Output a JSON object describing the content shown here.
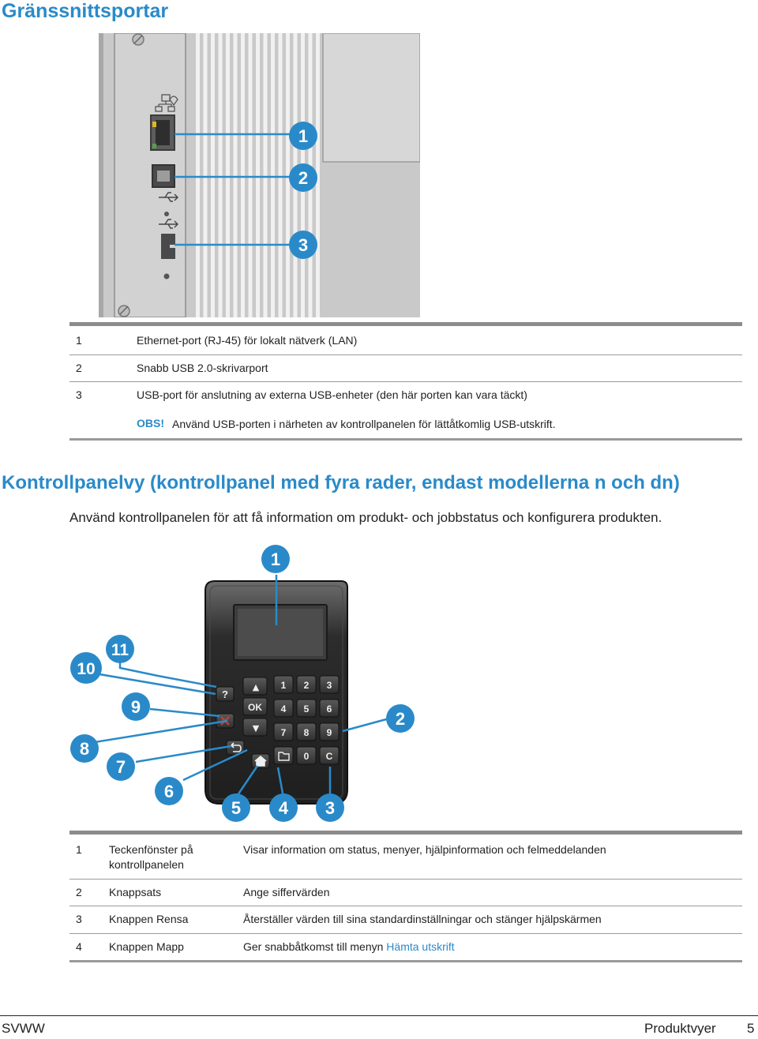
{
  "page_title": "Gränssnittsportar",
  "ports_figure": {
    "callouts": [
      "1",
      "2",
      "3"
    ]
  },
  "ports_table": {
    "rows": [
      {
        "num": "1",
        "text": "Ethernet-port (RJ-45) för lokalt nätverk (LAN)"
      },
      {
        "num": "2",
        "text": "Snabb USB 2.0-skrivarport"
      },
      {
        "num": "3",
        "text": "USB-port för anslutning av externa USB-enheter (den här porten kan vara täckt)"
      }
    ],
    "note_label": "OBS!",
    "note_text": "Använd USB-porten i närheten av kontrollpanelen för lättåtkomlig USB-utskrift."
  },
  "section_title": "Kontrollpanelvy (kontrollpanel med fyra rader, endast modellerna n och dn)",
  "section_intro": "Använd kontrollpanelen för att få information om produkt- och jobbstatus och konfigurera produkten.",
  "panel_figure": {
    "callouts": [
      "1",
      "2",
      "3",
      "4",
      "5",
      "6",
      "7",
      "8",
      "9",
      "10",
      "11"
    ],
    "keypad_keys": [
      "1",
      "2",
      "3",
      "4",
      "5",
      "6",
      "7",
      "8",
      "9",
      "0",
      "C"
    ],
    "nav_keys": {
      "up": "▲",
      "ok": "OK",
      "down": "▼",
      "help": "?"
    }
  },
  "panel_table": {
    "rows": [
      {
        "num": "1",
        "name_line1": "Teckenfönster på",
        "name_line2": "kontrollpanelen",
        "desc": "Visar information om status, menyer, hjälpinformation och felmeddelanden"
      },
      {
        "num": "2",
        "name_line1": "Knappsats",
        "name_line2": "",
        "desc": "Ange siffervärden"
      },
      {
        "num": "3",
        "name_line1": "Knappen Rensa",
        "name_line2": "",
        "desc": "Återställer värden till sina standardinställningar och stänger hjälpskärmen"
      },
      {
        "num": "4",
        "name_line1": "Knappen Mapp",
        "name_line2": "",
        "desc_prefix": "Ger snabbåtkomst till menyn ",
        "desc_link": "Hämta utskrift"
      }
    ]
  },
  "footer": {
    "left": "SVWW",
    "right_section": "Produktvyer",
    "page_number": "5"
  },
  "colors": {
    "accent": "#2a8ac9",
    "callout": "#2a8ac9",
    "rule": "#8c8c8c"
  }
}
